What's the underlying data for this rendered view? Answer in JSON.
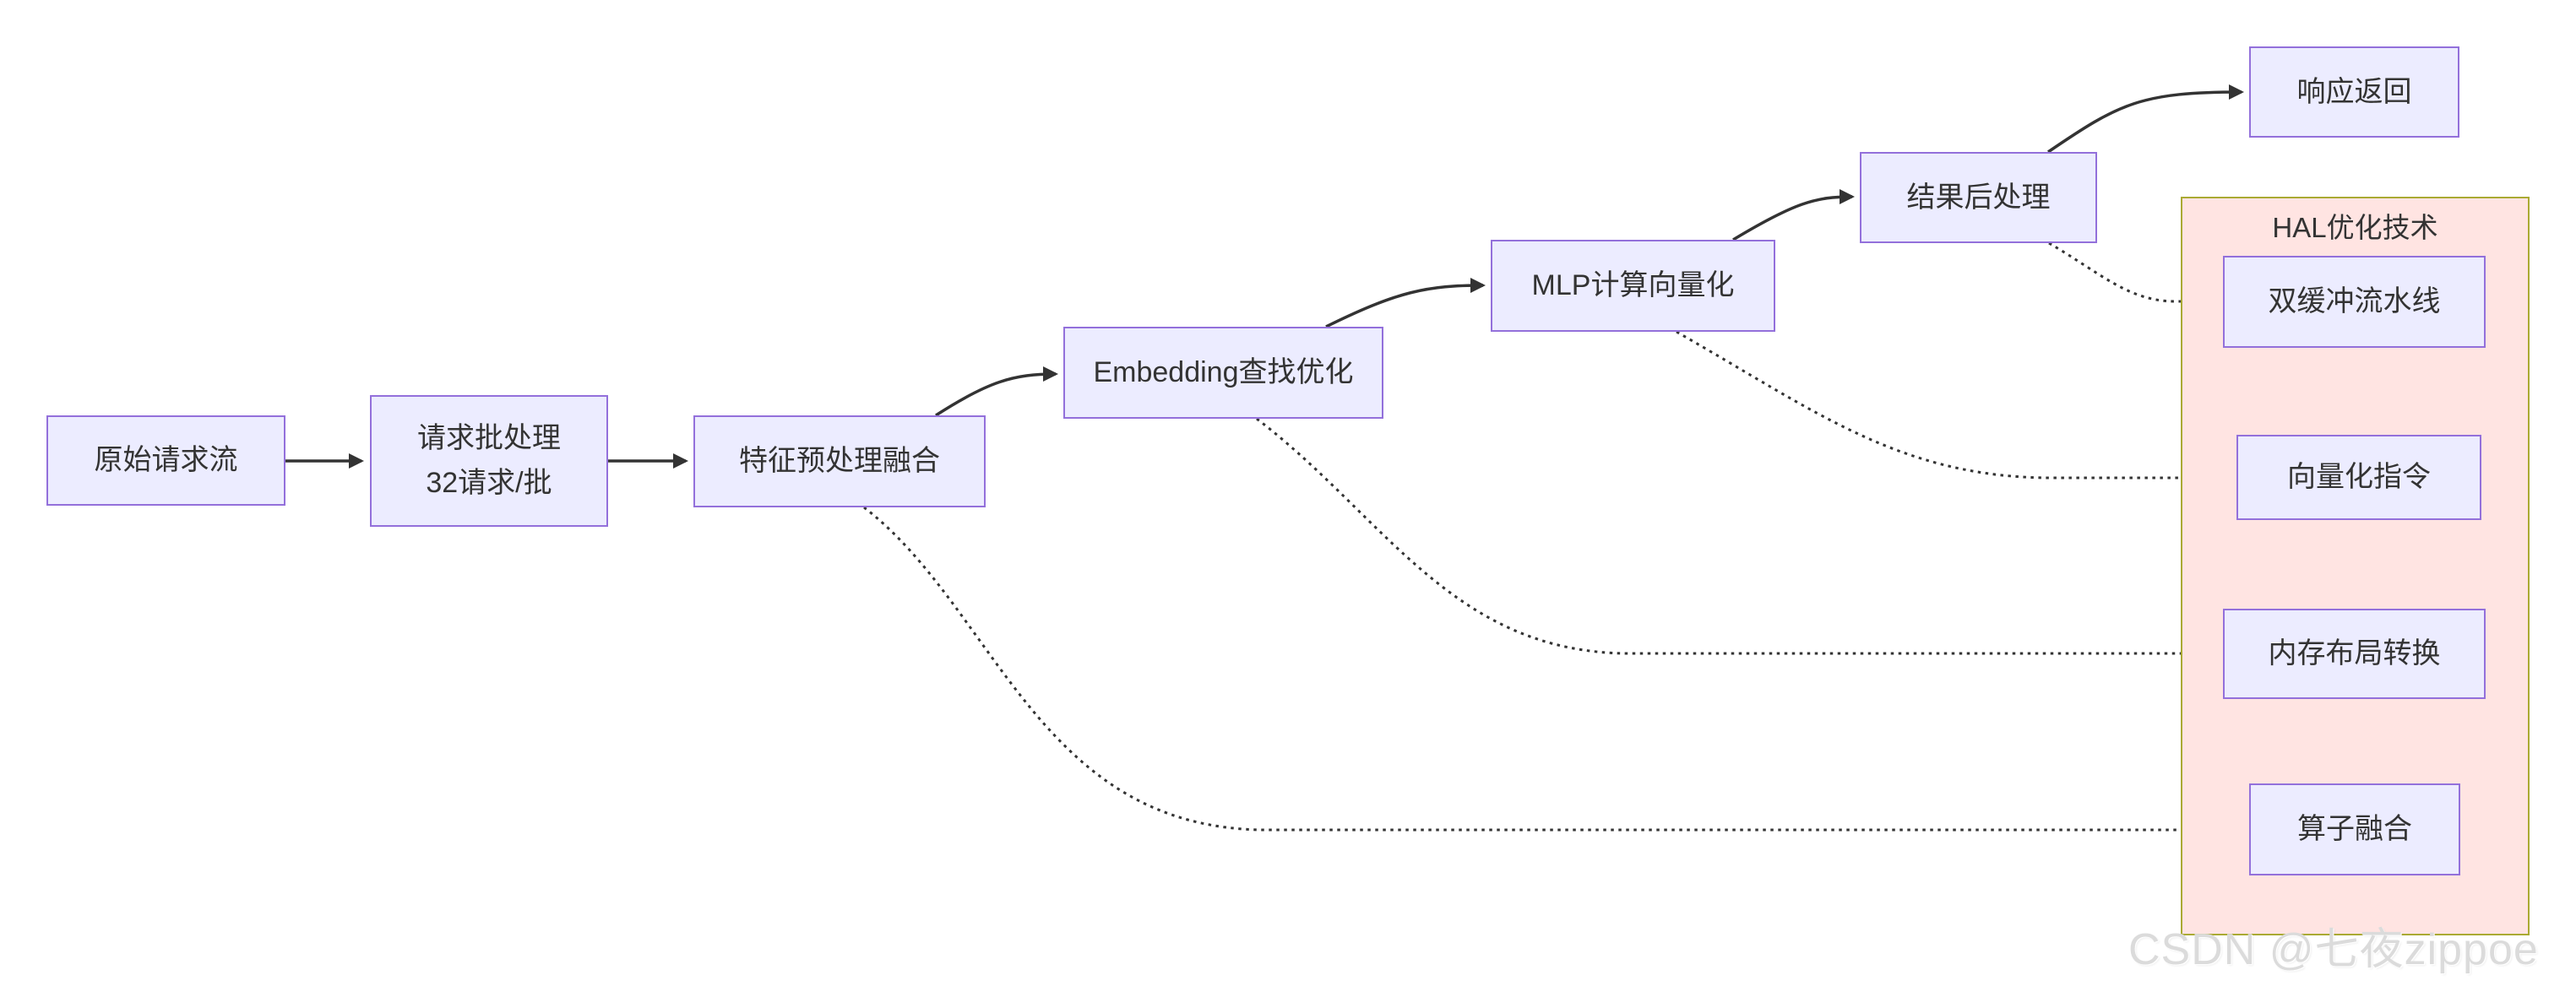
{
  "flow": {
    "nodes": [
      {
        "id": "raw",
        "label": "原始请求流"
      },
      {
        "id": "batch",
        "line1": "请求批处理",
        "line2": "32请求/批"
      },
      {
        "id": "feature",
        "label": "特征预处理融合"
      },
      {
        "id": "embedding",
        "label": "Embedding查找优化"
      },
      {
        "id": "mlp",
        "label": "MLP计算向量化"
      },
      {
        "id": "post",
        "label": "结果后处理"
      },
      {
        "id": "response",
        "label": "响应返回"
      }
    ],
    "panel": {
      "title": "HAL优化技术",
      "items": [
        {
          "id": "double-buffer",
          "label": "双缓冲流水线"
        },
        {
          "id": "vector-inst",
          "label": "向量化指令"
        },
        {
          "id": "memory-layout",
          "label": "内存布局转换"
        },
        {
          "id": "operator-fusion",
          "label": "算子融合"
        }
      ]
    },
    "edges": [
      {
        "from": "原始请求流",
        "to": "请求批处理",
        "style": "solid"
      },
      {
        "from": "请求批处理",
        "to": "特征预处理融合",
        "style": "solid"
      },
      {
        "from": "特征预处理融合",
        "to": "Embedding查找优化",
        "style": "solid"
      },
      {
        "from": "Embedding查找优化",
        "to": "MLP计算向量化",
        "style": "solid"
      },
      {
        "from": "MLP计算向量化",
        "to": "结果后处理",
        "style": "solid"
      },
      {
        "from": "结果后处理",
        "to": "响应返回",
        "style": "solid"
      },
      {
        "from": "结果后处理",
        "to": "双缓冲流水线",
        "style": "dotted"
      },
      {
        "from": "MLP计算向量化",
        "to": "向量化指令",
        "style": "dotted"
      },
      {
        "from": "Embedding查找优化",
        "to": "内存布局转换",
        "style": "dotted"
      },
      {
        "from": "特征预处理融合",
        "to": "算子融合",
        "style": "dotted"
      }
    ]
  },
  "watermark": {
    "text": "CSDN @七夜zippoe"
  },
  "colors": {
    "node_fill": "#ECECFF",
    "node_border": "#9370DB",
    "panel_fill": "#FFE4E2",
    "panel_border": "#AAAA33",
    "edge": "#333333",
    "text": "#333333",
    "watermark": "#DBDBDB"
  }
}
